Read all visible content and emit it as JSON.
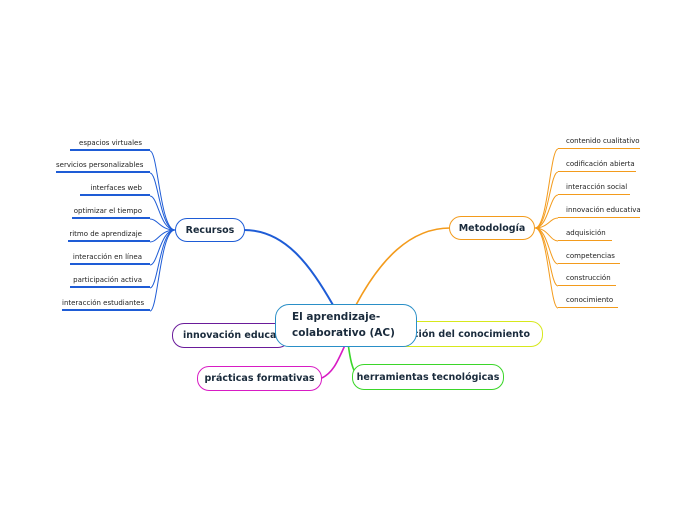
{
  "central": {
    "line1": "El aprendizaje-",
    "line2": "colaborativo (AC)"
  },
  "recursos": {
    "label": "Recursos",
    "items": [
      "espacios virtuales",
      "servicios personalizables",
      "interfaces web",
      "optimizar el tiempo",
      "ritmo de aprendizaje",
      "interacción en línea",
      "participación activa",
      "interacción estudiantes"
    ]
  },
  "metodologia": {
    "label": "Metodología",
    "items": [
      "contenido cualitativo",
      "codificación abierta",
      "interacción social",
      "innovación educativa",
      "adquisición",
      "competencias",
      "construcción",
      "conocimiento"
    ]
  },
  "innovacion": {
    "label": "innovación educativa"
  },
  "organizacion": {
    "label": "organización del conocimiento"
  },
  "practicas": {
    "label": "prácticas formativas"
  },
  "herramientas": {
    "label": "herramientas tecnológicas"
  },
  "colors": {
    "recursos": "#1e5cd6",
    "metodologia": "#f39b1c",
    "innovacion": "#6a1b9a",
    "organizacion": "#d7e81d",
    "practicas": "#d81bc4",
    "herramientas": "#3bd62a",
    "central": "#2a8fc7"
  }
}
